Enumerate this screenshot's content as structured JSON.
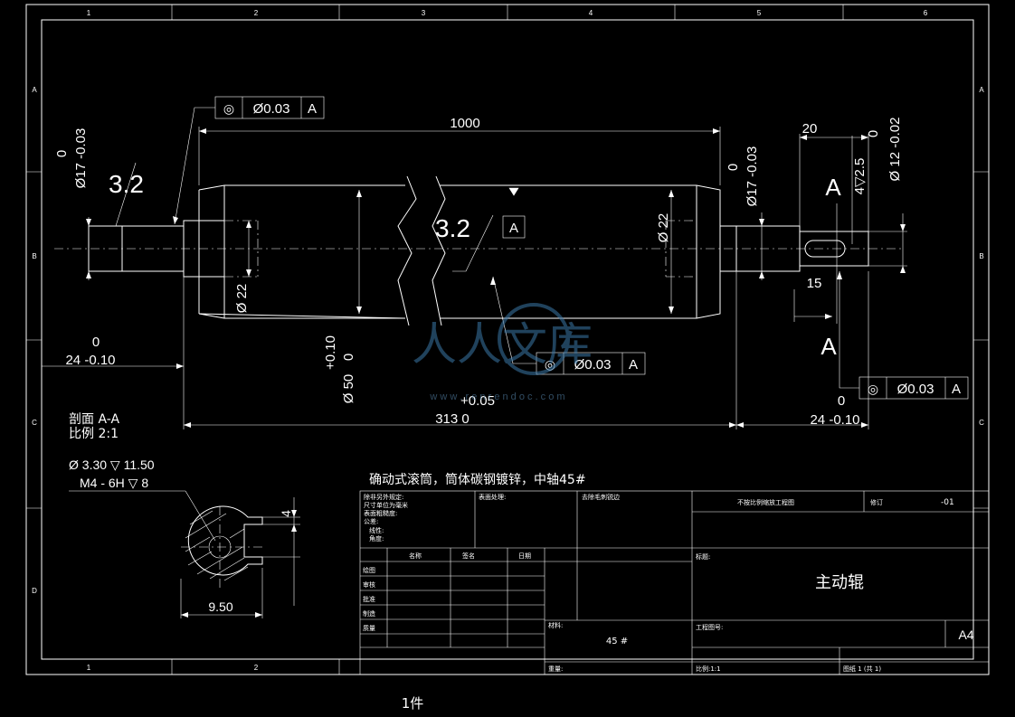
{
  "frame": {
    "top_zone_numbers": [
      "1",
      "2",
      "3",
      "4",
      "5",
      "6"
    ],
    "bottom_zone_numbers": [
      "1",
      "2"
    ],
    "side_zone_letters": [
      "A",
      "B",
      "C",
      "D"
    ]
  },
  "dims": {
    "length_1000": "1000",
    "len_20": "20",
    "len_15": "15",
    "dia17_left_tol_upper": "0",
    "dia17_left": "Ø17 -0.03",
    "rough_left": "3.2",
    "rough_mid": "3.2",
    "dia22_left": "Ø 22",
    "dia22_right": "Ø 22",
    "dia50_tol": "+0.10",
    "dia50_zero": "0",
    "dia50": "Ø 50",
    "left_24_zero": "0",
    "left_24": "24 -0.10",
    "mid_313_tol": "+0.05",
    "mid_313": "313  0",
    "right_24_zero": "0",
    "right_24": "24 -0.10",
    "dia17_right_zero": "0",
    "dia17_right": "Ø17 -0.03",
    "dia12_zero": "0",
    "dia12": "Ø 12 -0.02",
    "key_depth": "4▽2.5",
    "section_label_top": "A",
    "section_label_bottom": "A",
    "datum_mid": "A"
  },
  "fcf": {
    "top": {
      "symbol": "◎",
      "tol": "Ø0.03",
      "datum": "A"
    },
    "mid": {
      "symbol": "◎",
      "tol": "Ø0.03",
      "datum": "A"
    },
    "right": {
      "symbol": "◎",
      "tol": "Ø0.03",
      "datum": "A"
    }
  },
  "section": {
    "title": "剖面 A-A",
    "scale": "比例 2:1",
    "hole": "Ø  3.30 ▽ 11.50",
    "thread": "M4 - 6H ▽ 8",
    "width": "9.50",
    "depth": "4"
  },
  "watermark": {
    "text": "人人文库",
    "url": "w w w . r e n r e n d o c . c o m"
  },
  "note": "确动式滚筒，筒体碳钢镀锌，中轴45#",
  "title_block": {
    "req_lines": [
      "除非另外规定:",
      "尺寸单位为毫米",
      "表面粗糙度:",
      "公差:",
      "线性:",
      "角度:"
    ],
    "finish_label": "表面处理:",
    "deburr_label": "去除毛刺锐边",
    "scale_text": "不按比例缩放工程图",
    "revision_label": "修订",
    "revision_value": "-01",
    "name_col": "名称",
    "sign_col": "签名",
    "date_col": "日期",
    "rows": [
      "绘图",
      "审核",
      "批准",
      "制造",
      "质量"
    ],
    "drawing_name_label": "标题:",
    "part_name": "主动辊",
    "material_label": "材料:",
    "material": "45 #",
    "dwg_no_label": "工程图号:",
    "size": "A4",
    "weight_label": "重量:",
    "scale_label": "比例:1:1",
    "sheet_label": "图纸 1 (共 1)"
  },
  "quantity": "1件"
}
